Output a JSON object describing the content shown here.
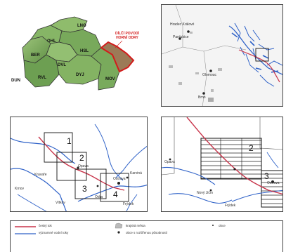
{
  "colors": {
    "river": "#c8344a",
    "water": "#2f62c8",
    "region_fill": "#7fae60",
    "highlight": "#d21b1b"
  },
  "panel1": {
    "regions": [
      "LNO",
      "OHL",
      "HSL",
      "BER",
      "DVL",
      "RVL",
      "DYJ",
      "MOV",
      "DUN"
    ],
    "highlight_label_1": "DÍLČÍ POVODÍ",
    "highlight_label_2": "HORNÍ ODRY"
  },
  "panel2": {
    "places": [
      "Hradec Králové",
      "Pardubice",
      "Olomouc",
      "Brno"
    ]
  },
  "panel3": {
    "boxes": [
      "1",
      "2",
      "3",
      "4"
    ],
    "places": [
      "Kravaře",
      "Opava",
      "Krnov",
      "Ostrava",
      "Karviná",
      "Frýdek",
      "Vítkov",
      "Odra"
    ]
  },
  "panel4": {
    "boxes": [
      "2",
      "3"
    ],
    "places": [
      "Ostrava",
      "Opava",
      "Nový Jičín",
      "Frýdek"
    ]
  },
  "legend": {
    "col1": [
      "český tok",
      "významné vodní toky"
    ],
    "col2": [
      "krajská města",
      "obce s rozšířenou působností"
    ],
    "col3": [
      "obce"
    ]
  }
}
